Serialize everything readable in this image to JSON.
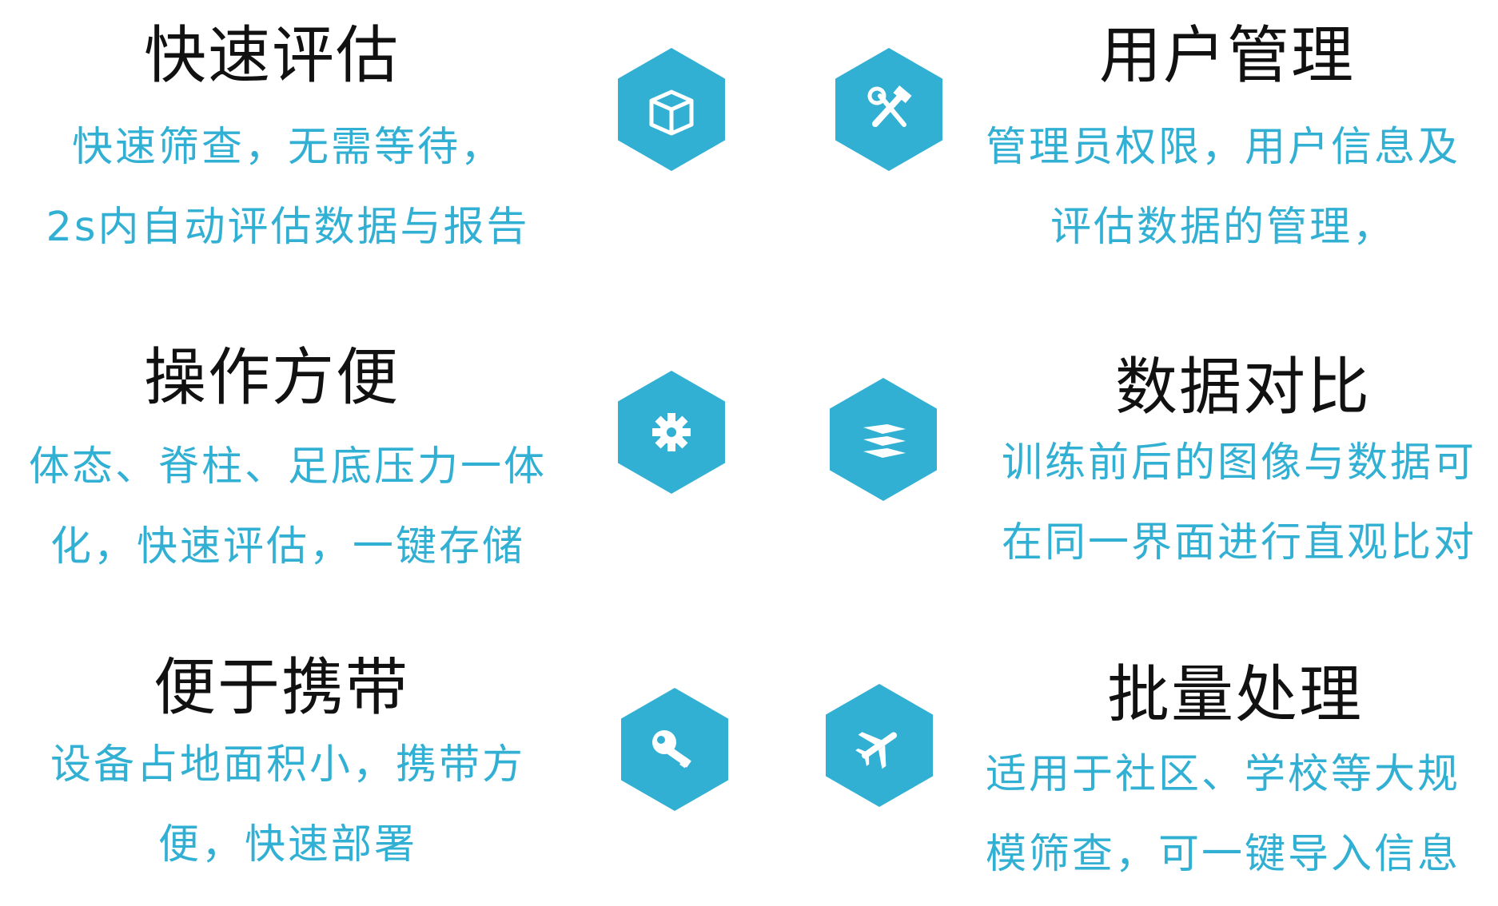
{
  "accent_color": "#31b0d4",
  "features": [
    {
      "id": "quick-evaluation",
      "title": "快速评估",
      "lines": [
        "快速筛查，无需等待，",
        "2s内自动评估数据与报告"
      ],
      "icon": "cube-icon"
    },
    {
      "id": "user-management",
      "title": "用户管理",
      "lines": [
        "管理员权限，用户信息及",
        "评估数据的管理，"
      ],
      "icon": "tools-icon"
    },
    {
      "id": "easy-operation",
      "title": "操作方便",
      "lines": [
        "体态、脊柱、足底压力一体",
        "化，快速评估，一键存储"
      ],
      "icon": "gear-icon"
    },
    {
      "id": "data-comparison",
      "title": "数据对比",
      "lines": [
        "训练前后的图像与数据可",
        "在同一界面进行直观比对"
      ],
      "icon": "layers-icon"
    },
    {
      "id": "portable",
      "title": "便于携带",
      "lines": [
        "设备占地面积小，携带方",
        "便，快速部署"
      ],
      "icon": "key-icon"
    },
    {
      "id": "batch-processing",
      "title": "批量处理",
      "lines": [
        "适用于社区、学校等大规",
        "模筛查，可一键导入信息"
      ],
      "icon": "airplane-icon"
    }
  ]
}
